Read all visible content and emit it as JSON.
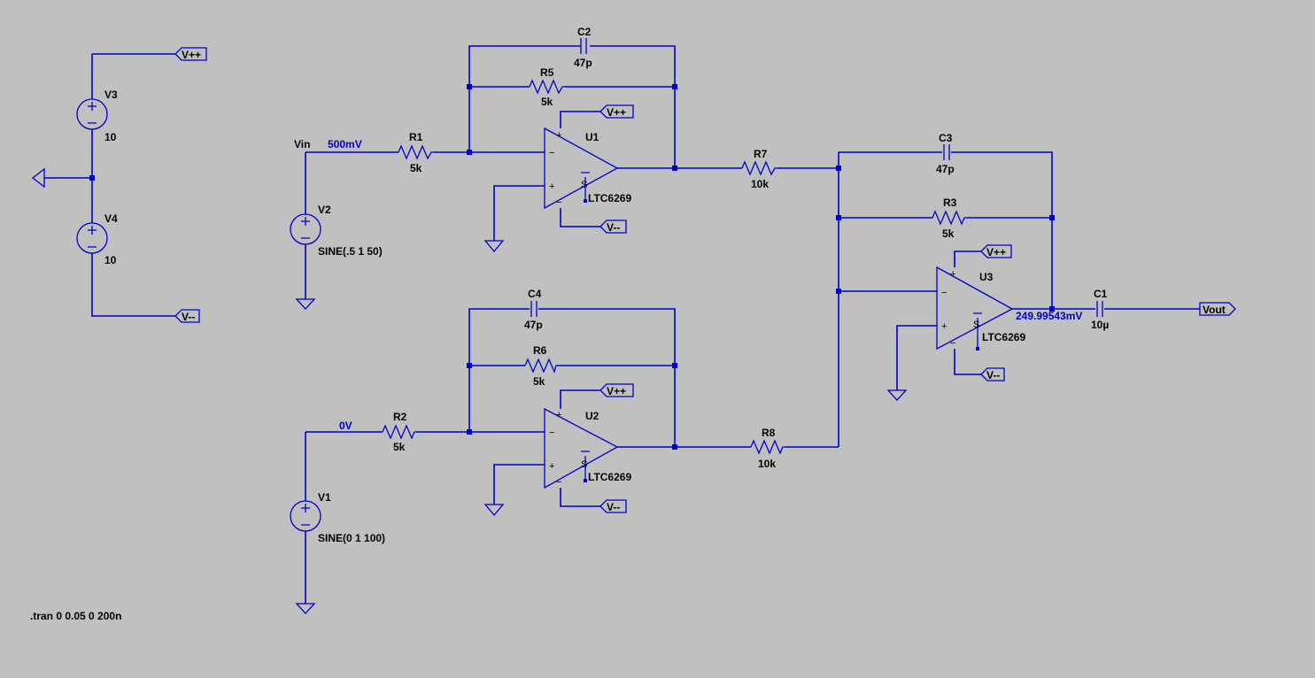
{
  "components": {
    "V3": {
      "name": "V3",
      "value": "10"
    },
    "V4": {
      "name": "V4",
      "value": "10"
    },
    "V2": {
      "name": "V2",
      "value": "SINE(.5 1 50)"
    },
    "V1": {
      "name": "V1",
      "value": "SINE(0 1 100)"
    },
    "R1": {
      "name": "R1",
      "value": "5k"
    },
    "R2": {
      "name": "R2",
      "value": "5k"
    },
    "R5": {
      "name": "R5",
      "value": "5k"
    },
    "R6": {
      "name": "R6",
      "value": "5k"
    },
    "R3": {
      "name": "R3",
      "value": "5k"
    },
    "R7": {
      "name": "R7",
      "value": "10k"
    },
    "R8": {
      "name": "R8",
      "value": "10k"
    },
    "C2": {
      "name": "C2",
      "value": "47p"
    },
    "C4": {
      "name": "C4",
      "value": "47p"
    },
    "C3": {
      "name": "C3",
      "value": "47p"
    },
    "C1": {
      "name": "C1",
      "value": "10µ"
    },
    "U1": {
      "name": "U1",
      "value": "LTC6269"
    },
    "U2": {
      "name": "U2",
      "value": "LTC6269"
    },
    "U3": {
      "name": "U3",
      "value": "LTC6269"
    }
  },
  "net_labels": {
    "vin": "Vin",
    "vout": "Vout",
    "vpp": "V++",
    "vmm": "V--"
  },
  "annotations": {
    "vin_voltage": "500mV",
    "v1_voltage": "0V",
    "out_voltage": "249.99543mV"
  },
  "pin_marks": {
    "plus": "+",
    "minus": "−",
    "shutdown": "S"
  },
  "directive": ".tran 0 0.05 0 200n",
  "colors": {
    "background": "#c0c0c0",
    "wire": "#0000c8",
    "text": "#000000",
    "annotation": "#0000c8"
  }
}
